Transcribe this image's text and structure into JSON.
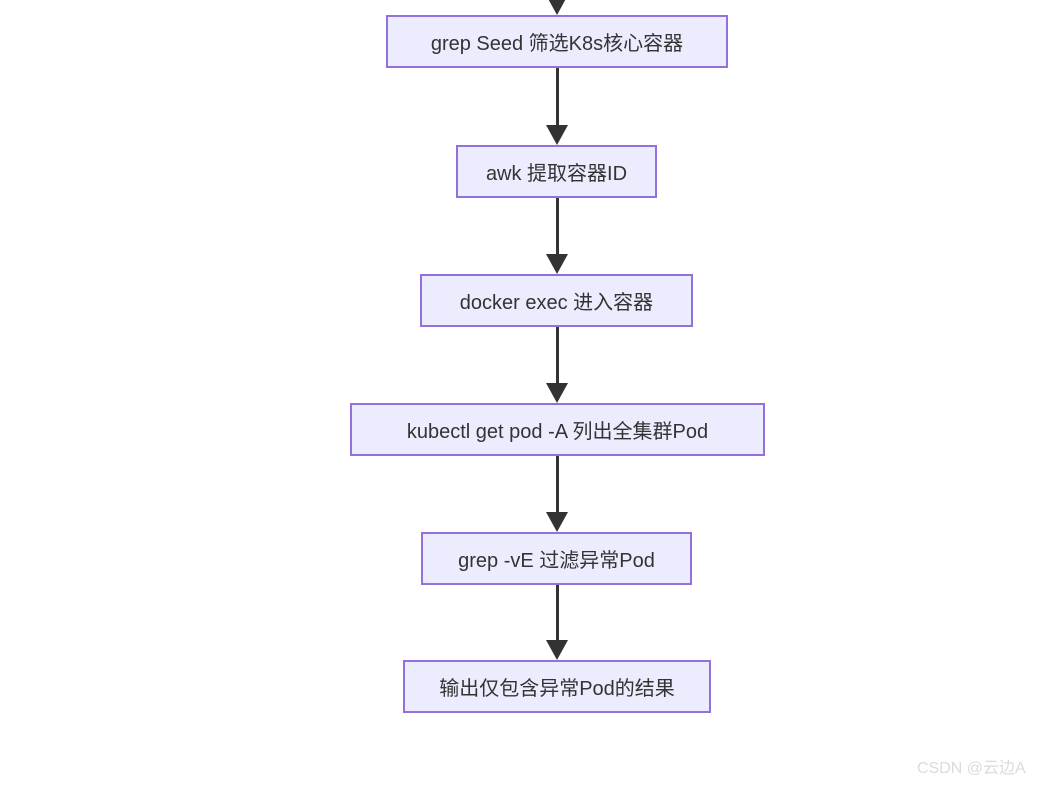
{
  "diagram": {
    "type": "flowchart",
    "direction": "top-down",
    "nodes": [
      {
        "id": "n1",
        "label": "grep Seed 筛选K8s核心容器"
      },
      {
        "id": "n2",
        "label": "awk 提取容器ID"
      },
      {
        "id": "n3",
        "label": "docker exec 进入容器"
      },
      {
        "id": "n4",
        "label": "kubectl get pod -A 列出全集群Pod"
      },
      {
        "id": "n5",
        "label": "grep -vE 过滤异常Pod"
      },
      {
        "id": "n6",
        "label": "输出仅包含异常Pod的结果"
      }
    ],
    "edges": [
      {
        "from": "n1",
        "to": "n2"
      },
      {
        "from": "n2",
        "to": "n3"
      },
      {
        "from": "n3",
        "to": "n4"
      },
      {
        "from": "n4",
        "to": "n5"
      },
      {
        "from": "n5",
        "to": "n6"
      }
    ],
    "colors": {
      "node_fill": "#ECECFF",
      "node_border": "#9370DB",
      "arrow": "#333333",
      "text": "#333333"
    }
  },
  "watermark": {
    "text": "CSDN @云边A",
    "color": "#DBDBDB"
  }
}
